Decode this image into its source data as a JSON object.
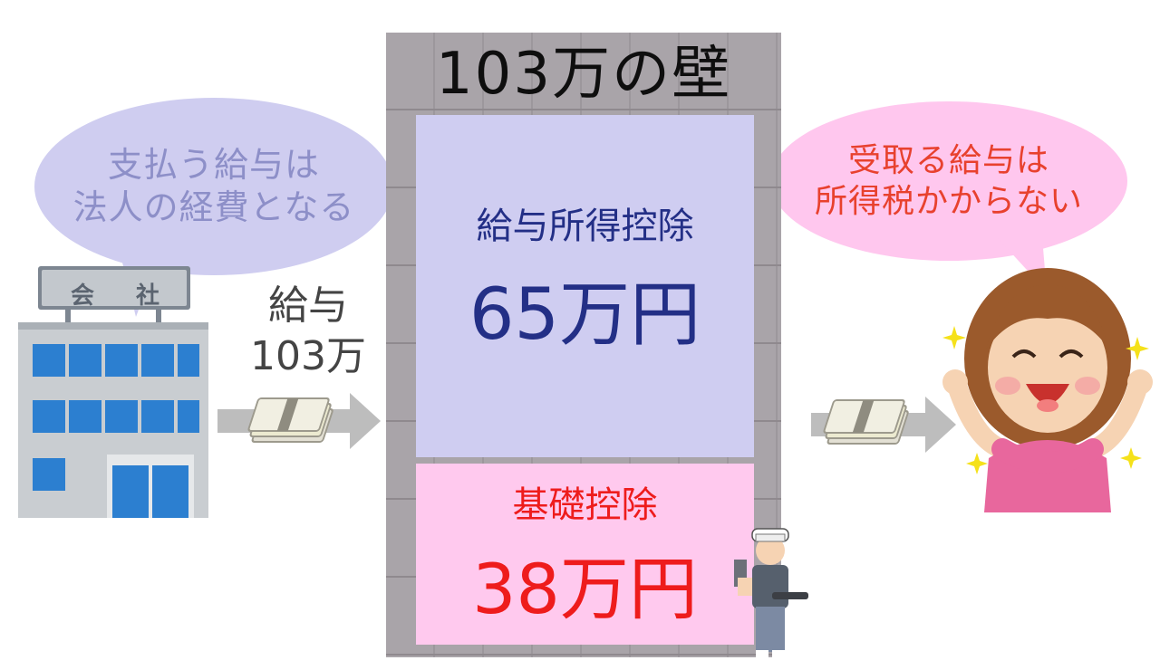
{
  "left_bubble": {
    "line1": "支払う給与は",
    "line2": "法人の経費となる"
  },
  "right_bubble": {
    "line1": "受取る給与は",
    "line2": "所得税かからない"
  },
  "wall": {
    "title": "103万の壁"
  },
  "salary_deduction": {
    "label": "給与所得控除",
    "amount": "65万円"
  },
  "basic_deduction": {
    "label": "基礎控除",
    "amount": "38万円"
  },
  "transfer": {
    "line1": "給与",
    "line2": "103万"
  },
  "company_sign": {
    "char1": "会",
    "char2": "社"
  },
  "colors": {
    "left_bubble_bg": "#cfcdf0",
    "left_bubble_text": "#8d8fc8",
    "right_bubble_bg": "#ffc7ee",
    "right_bubble_text": "#e8412e",
    "salary_box_bg": "#cfcdf1",
    "salary_text": "#232f86",
    "basic_box_bg": "#ffc9ee",
    "basic_text": "#ee1c1c",
    "wall": "#a9a4a9"
  },
  "icons": [
    "company-building-icon",
    "cash-bundle-icon",
    "arrow-right-icon",
    "craftsman-icon",
    "happy-woman-icon",
    "sparkle-icon"
  ]
}
